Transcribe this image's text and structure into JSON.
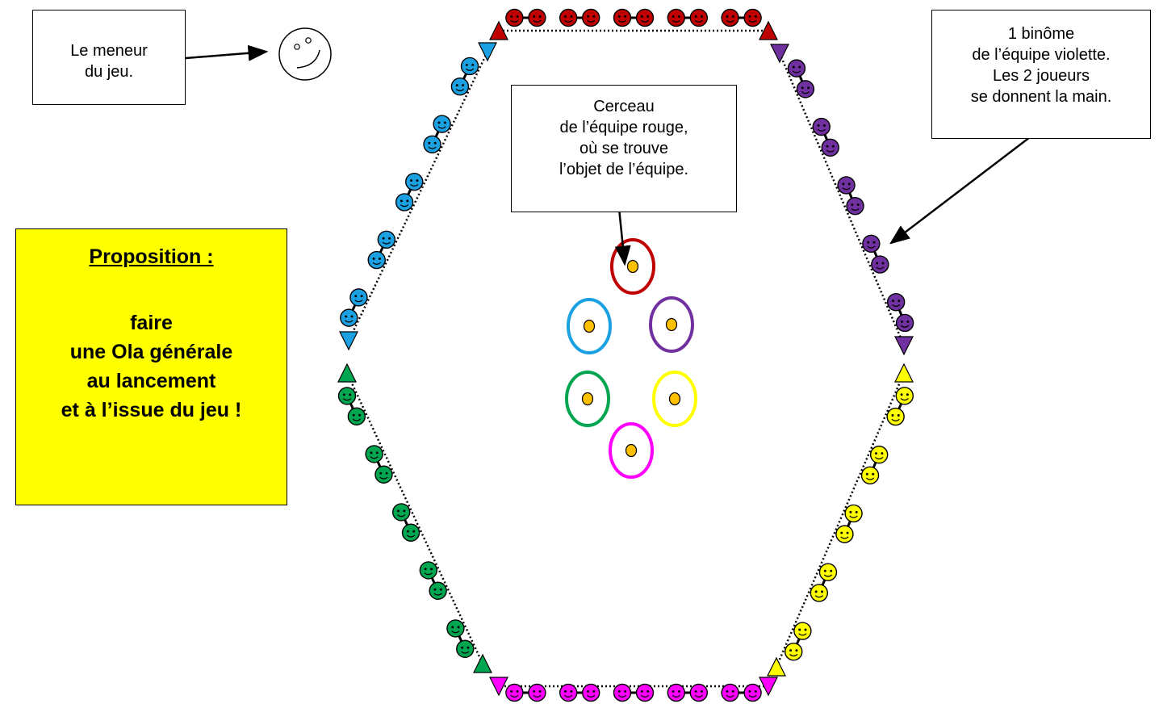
{
  "callouts": {
    "leader": {
      "lines": [
        "Le meneur",
        "du jeu."
      ]
    },
    "hoop": {
      "lines": [
        "Cerceau",
        "de l’équipe rouge,",
        "où se trouve",
        "l’objet de l’équipe."
      ]
    },
    "pair": {
      "lines": [
        "1 binôme",
        "de l’équipe violette.",
        "Les 2 joueurs",
        "se donnent la main."
      ]
    }
  },
  "proposal": {
    "title": "Proposition :",
    "lines": [
      "faire",
      "une Ola générale",
      "au lancement",
      "et à l’issue du jeu !"
    ],
    "background": "#ffff00"
  },
  "teams": [
    {
      "name": "rouge",
      "color": "#c00000",
      "pairs": 5
    },
    {
      "name": "violette",
      "color": "#7030a0",
      "pairs": 5
    },
    {
      "name": "jaune",
      "color": "#ffff00",
      "pairs": 5
    },
    {
      "name": "rose",
      "color": "#ff00ff",
      "pairs": 5
    },
    {
      "name": "verte",
      "color": "#00a550",
      "pairs": 5
    },
    {
      "name": "bleue",
      "color": "#1ba1e2",
      "pairs": 5
    }
  ],
  "object_color": "#ffc000",
  "icons": {
    "player": "smiley-face-icon",
    "side_marker": "triangle-icon",
    "hoop": "hoop-icon",
    "object": "object-dot-icon",
    "leader": "smiley-face-icon"
  }
}
